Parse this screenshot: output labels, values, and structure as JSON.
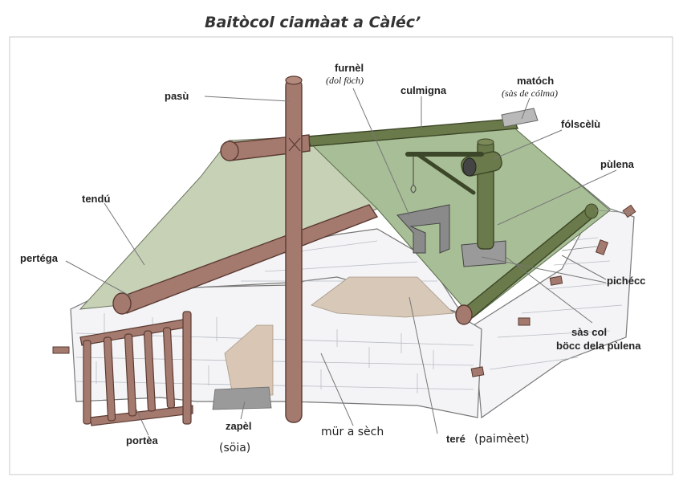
{
  "title": "Baitòcol ciamàat a Càléc’",
  "labels": {
    "pasu": "pasù",
    "furnel": "furnèl",
    "furnel_sub": "(dol föch)",
    "culmigna": "culmigna",
    "matoch": "matóch",
    "matoch_sub": "(sàs de cólma)",
    "folscelu": "fólscèlù",
    "pulena": "pùlena",
    "tendu": "tendú",
    "pertega": "pertéga",
    "pichecc": "pichécc",
    "sas_col_1": "sàs col",
    "sas_col_2": "böcc dela pùlena",
    "portea": "portèa",
    "zapel": "zapèl",
    "zapel_sub": "(söia)",
    "mur": "mür a sèch",
    "tere": "teré",
    "tere_sub": "(paimèet)"
  },
  "colors": {
    "wall": "#f4f4f6",
    "wood": "#a57a6e",
    "green_wood": "#6b7a4a",
    "canvas_light": "#c7d1b6",
    "canvas_green": "#a8be96",
    "floor": "#d8c8b8",
    "stone_slab": "#9a9a9a"
  }
}
